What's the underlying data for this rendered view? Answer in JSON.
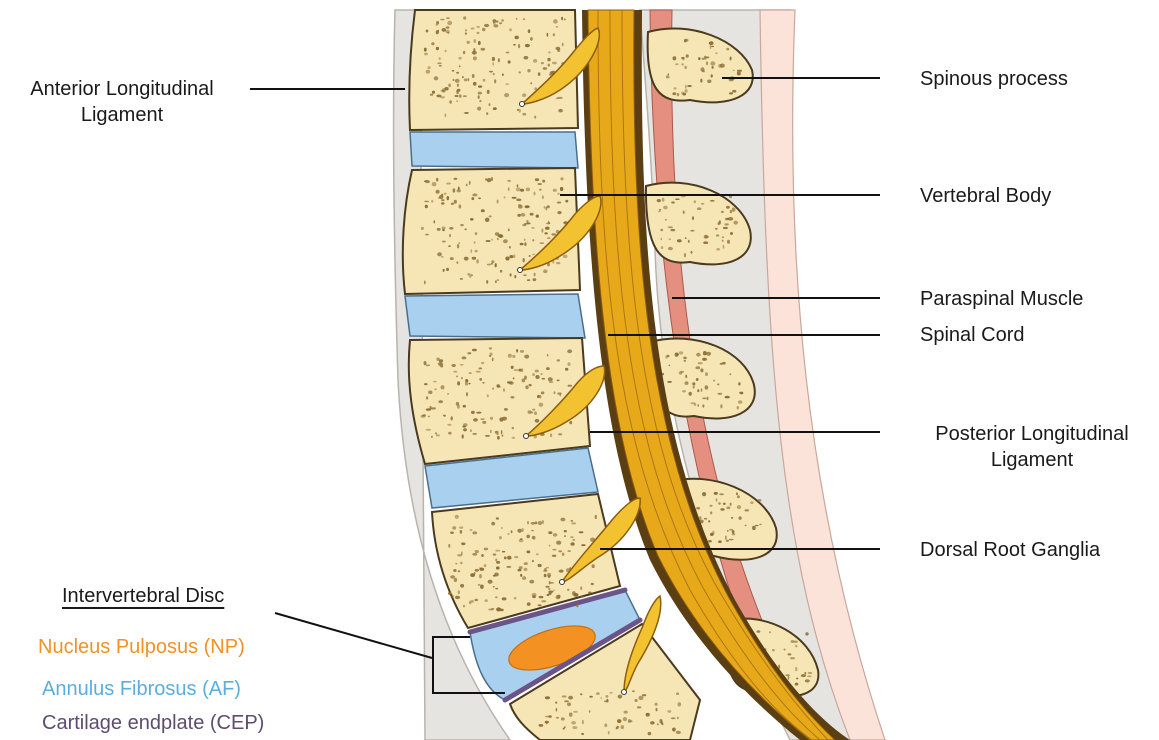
{
  "labels": {
    "anterior_ligament": [
      "Anterior Longitudinal",
      "Ligament"
    ],
    "spinous_process": "Spinous process",
    "vertebral_body": "Vertebral Body",
    "paraspinal_muscle": "Paraspinal Muscle",
    "spinal_cord": "Spinal Cord",
    "posterior_ligament": [
      "Posterior Longitudinal",
      "Ligament"
    ],
    "dorsal_root_ganglia": "Dorsal Root Ganglia"
  },
  "disc_legend": {
    "heading": "Intervertebral Disc",
    "items": [
      {
        "text": "Nucleus Pulposus (NP)",
        "color": "#f39223"
      },
      {
        "text": "Annulus Fibrosus (AF)",
        "color": "#5aaedf"
      },
      {
        "text": "Cartilage endplate (CEP)",
        "color": "#5e4b6e"
      }
    ]
  },
  "colors": {
    "bone": "#f7e6b5",
    "bone_outline": "#4a3a1e",
    "pore": "#8a6e35",
    "disc": "#a9d0ee",
    "nucleus": "#f39223",
    "cord": "#e7a91a",
    "cord_dark": "#5b3e12",
    "ganglion": "#f2c230",
    "muscle": "#e48f80",
    "soft_tissue": "#e6e4e1",
    "skin": "#fbe3da",
    "endplate": "#6b5488"
  }
}
